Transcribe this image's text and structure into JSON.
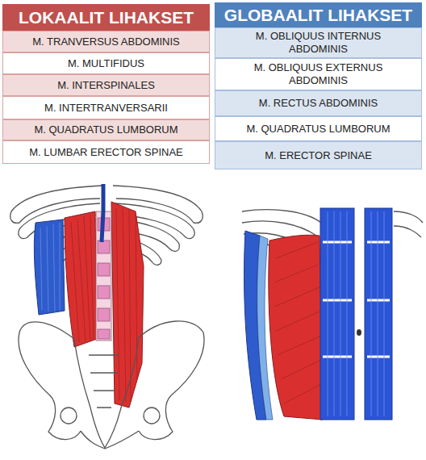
{
  "diagram": {
    "labels": [
      "LOKAALIT LIHAKSET",
      "M. TRANVERSUS ABDOMINIS",
      "M. MULTIFIDUS",
      "M. INTERSPINALES",
      "M. INTERTRANVERSARII",
      "M. QUADRATUS LUMBORUM",
      "M. LUMBAR ERECTOR SPINAE",
      "GLOBAALIT LIHAKSET",
      "M. OBLIQUUS INTERNUS ABDOMINIS",
      "M. OBLIQUUS EXTERNUS ABDOMINIS",
      "M. RECTUS ABDOMINIS",
      "M. QUADRATUS LUMBORUM",
      "M. ERECTOR SPINAE"
    ]
  }
}
